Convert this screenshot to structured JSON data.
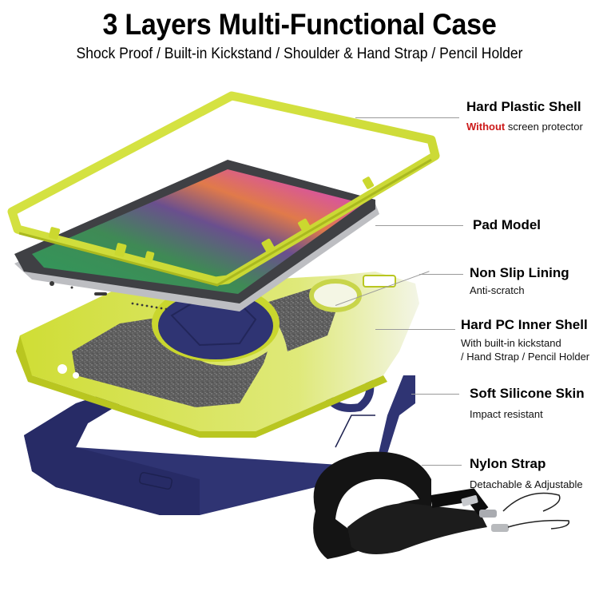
{
  "header": {
    "title": "3 Layers Multi-Functional Case",
    "subtitle": "Shock Proof / Built-in Kickstand / Shoulder & Hand Strap / Pencil Holder"
  },
  "callouts": [
    {
      "id": "hard-plastic-shell",
      "title": "Hard Plastic Shell",
      "note_highlight": "Without",
      "note": " screen protector",
      "highlight_color": "#cc1a1a"
    },
    {
      "id": "pad-model",
      "title": "Pad Model"
    },
    {
      "id": "non-slip-lining",
      "title": "Non Slip Lining",
      "note": "Anti-scratch"
    },
    {
      "id": "hard-pc-inner-shell",
      "title": "Hard PC Inner Shell",
      "note_line1": "With built-in kickstand",
      "note_line2": "/ Hand Strap / Pencil Holder"
    },
    {
      "id": "soft-silicone-skin",
      "title": "Soft Silicone Skin",
      "note": "Impact resistant"
    },
    {
      "id": "nylon-strap",
      "title": "Nylon Strap",
      "note": "Detachable & Adjustable"
    }
  ],
  "colors": {
    "lime": "#d2e03a",
    "lime_dark": "#a9b81c",
    "navy": "#2f3473",
    "navy_dark": "#22265a",
    "lining": "#6b6b6b",
    "tablet_frame": "#b8b9bd",
    "strap": "#161616",
    "leader": "#9a9a9a"
  }
}
